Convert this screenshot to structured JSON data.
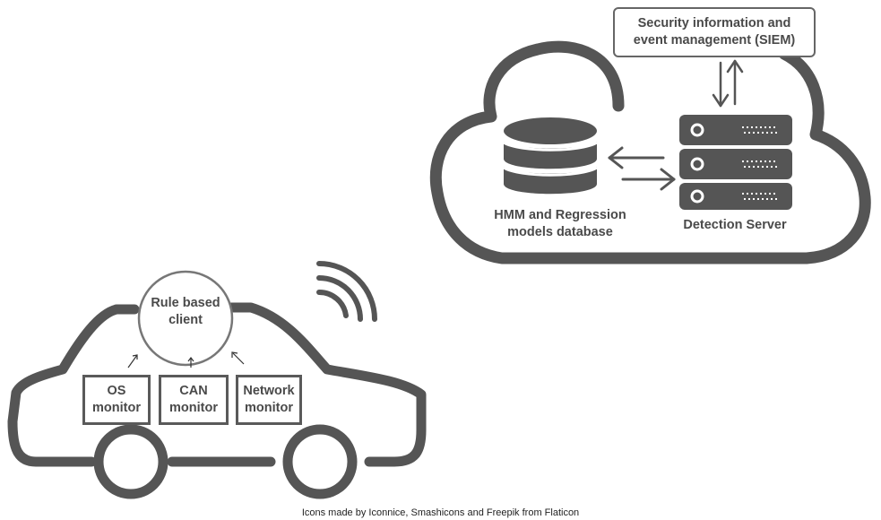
{
  "cloud": {
    "siem": {
      "line1": "Security information and",
      "line2": "event management (SIEM)"
    },
    "database": {
      "line1": "HMM and Regression",
      "line2": "models database",
      "icon": "database-icon"
    },
    "server": {
      "label": "Detection Server",
      "icon": "server-icon"
    }
  },
  "car": {
    "client": {
      "line1": "Rule based",
      "line2": "client"
    },
    "monitors": [
      {
        "line1": "OS",
        "line2": "monitor"
      },
      {
        "line1": "CAN",
        "line2": "monitor"
      },
      {
        "line1": "Network",
        "line2": "monitor"
      }
    ],
    "signal_icon": "wireless-signal-icon"
  },
  "credit": "Icons made by Iconnice, Smashicons and Freepik from Flaticon",
  "colors": {
    "stroke": "#555555",
    "text": "#4a4a4a"
  }
}
